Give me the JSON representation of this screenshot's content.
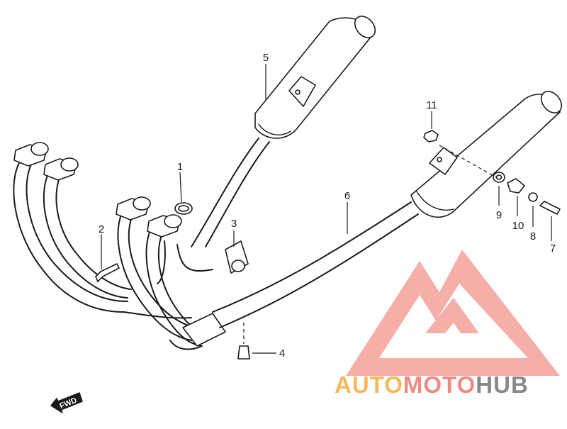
{
  "diagram": {
    "part_labels": [
      {
        "id": "1",
        "text": "1"
      },
      {
        "id": "2",
        "text": "2"
      },
      {
        "id": "3",
        "text": "3"
      },
      {
        "id": "4",
        "text": "4"
      },
      {
        "id": "5",
        "text": "5"
      },
      {
        "id": "6",
        "text": "6"
      },
      {
        "id": "7",
        "text": "7"
      },
      {
        "id": "8",
        "text": "8"
      },
      {
        "id": "9",
        "text": "9"
      },
      {
        "id": "10",
        "text": "10"
      },
      {
        "id": "11",
        "text": "11"
      }
    ],
    "direction_arrow": "FWD"
  },
  "watermark": {
    "brand_part1": "AUTO",
    "brand_part2": "MOTO",
    "brand_part3": "HUB",
    "colors": {
      "auto": "#f5b95c",
      "moto": "#f08a82",
      "hub": "#888888",
      "logo": "#f4a09a"
    }
  }
}
